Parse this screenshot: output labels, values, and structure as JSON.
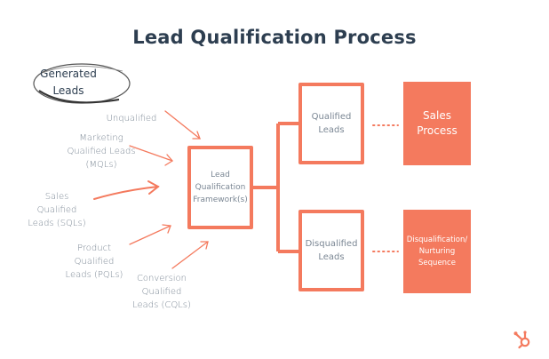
{
  "title": "Lead Qualification Process",
  "start_node": {
    "line1": "Generated",
    "line2": "Leads"
  },
  "lead_sources": [
    {
      "lines": [
        "Unqualified"
      ]
    },
    {
      "lines": [
        "Marketing",
        "Qualified Leads",
        "(MQLs)"
      ]
    },
    {
      "lines": [
        "Sales",
        "Qualified",
        "Leads (SQLs)"
      ]
    },
    {
      "lines": [
        "Product",
        "Qualified",
        "Leads (PQLs)"
      ]
    },
    {
      "lines": [
        "Conversion",
        "Qualified",
        "Leads (CQLs)"
      ]
    }
  ],
  "framework": {
    "lines": [
      "Lead",
      "Qualification",
      "Framework(s)"
    ]
  },
  "outcomes": [
    {
      "box": {
        "lines": [
          "Qualified",
          "Leads"
        ]
      },
      "next": {
        "lines": [
          "Sales",
          "Process"
        ]
      }
    },
    {
      "box": {
        "lines": [
          "Disqualified",
          "Leads"
        ]
      },
      "next": {
        "lines": [
          "Disqualification/",
          "Nurturing",
          "Sequence"
        ]
      }
    }
  ],
  "colors": {
    "accent": "#f47a5e",
    "title": "#2d3e50",
    "label": "#7b8794"
  },
  "logo_icon": "hubspot-sprocket-icon"
}
